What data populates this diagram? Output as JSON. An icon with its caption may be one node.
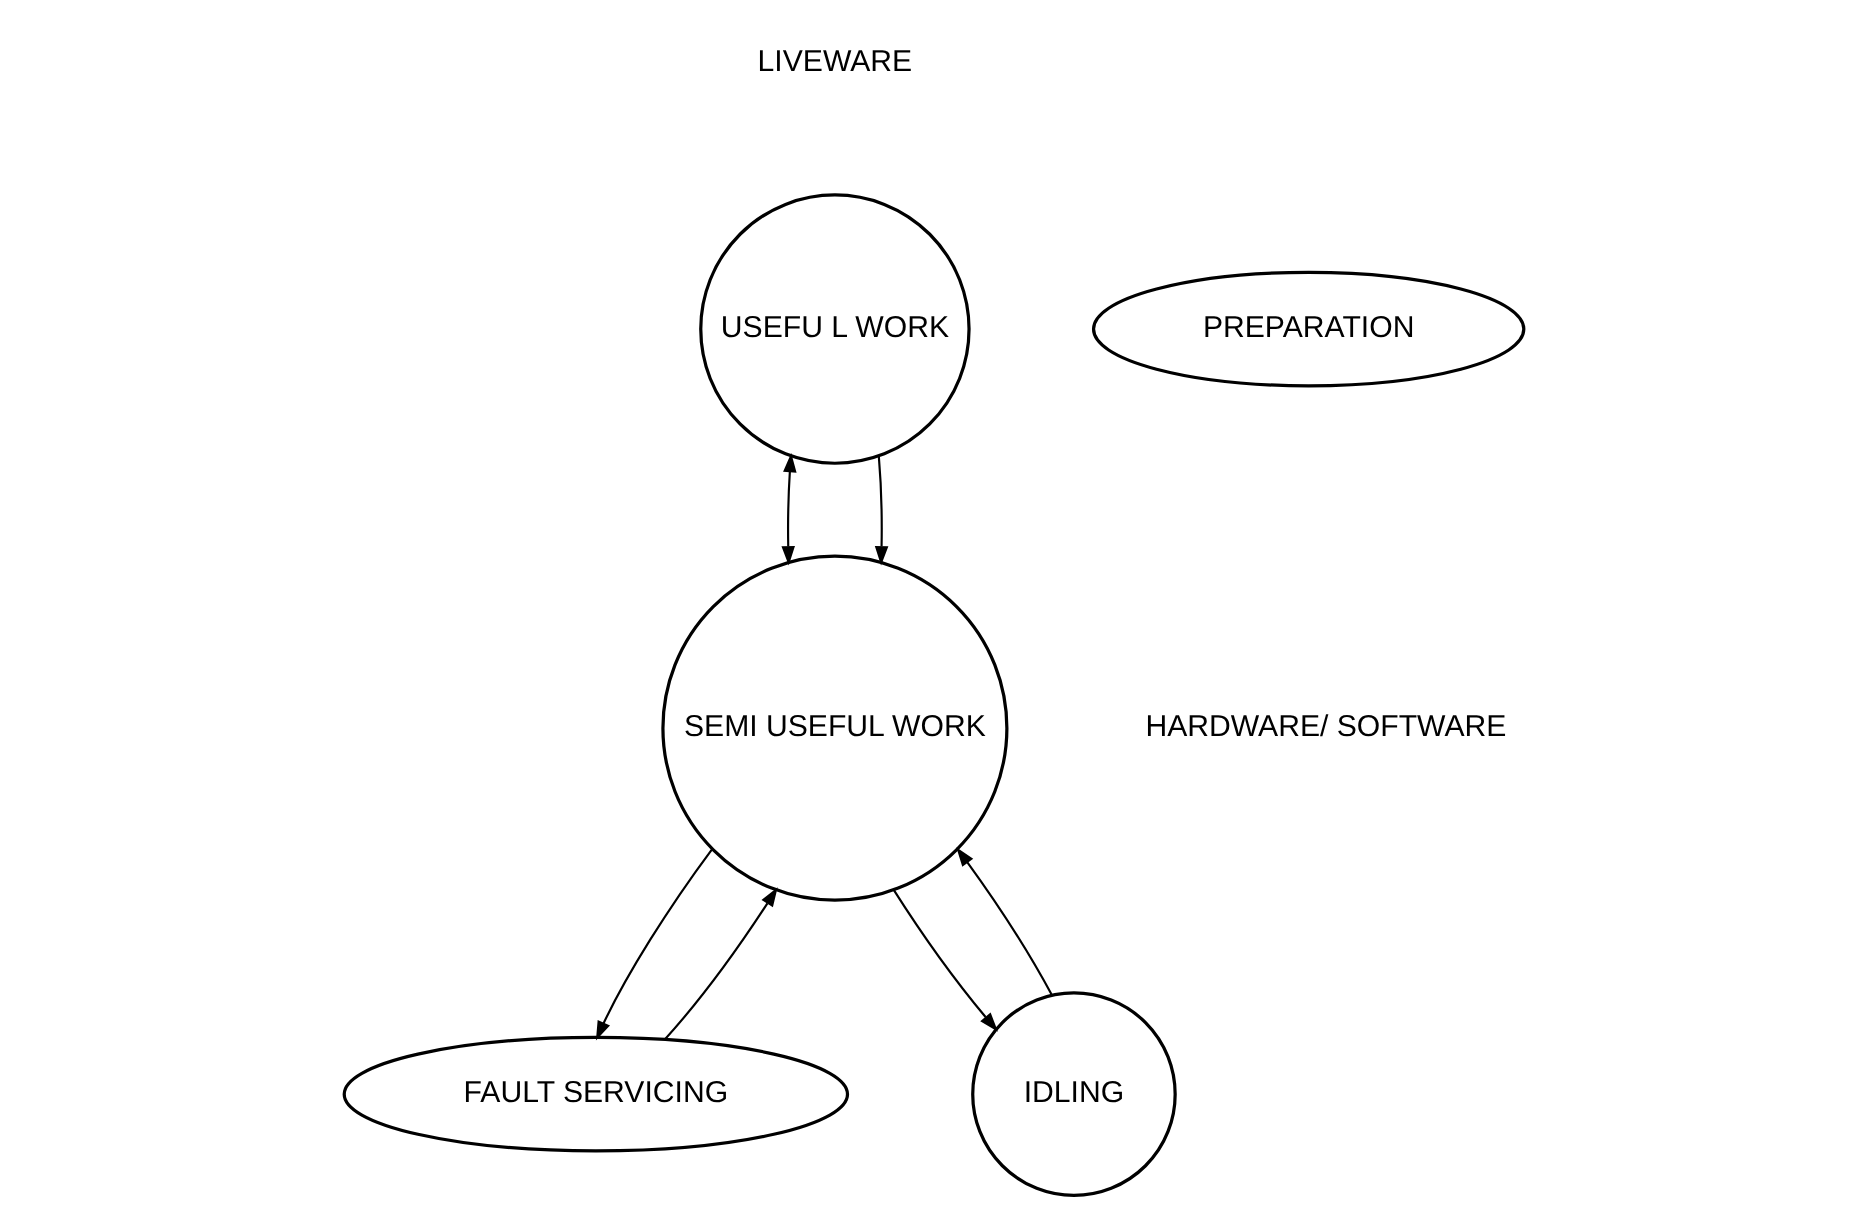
{
  "diagram": {
    "nodes": [
      {
        "text": [
          "PREPARATION"
        ]
      },
      {
        "text": [
          "USEFU L WORK"
        ]
      },
      {
        "text": [
          "SEMI USEFUL WORK"
        ]
      },
      {
        "text": [
          "FAULT SERVICING"
        ]
      },
      {
        "text": [
          "IDLING"
        ]
      }
    ],
    "edges": [
      {
        "from": 1,
        "to": 2,
        "arrow": "both"
      },
      {
        "from": 1,
        "to": 2,
        "arrow": "to"
      },
      {
        "from": 2,
        "to": 4,
        "arrow": "to"
      },
      {
        "from": 4,
        "to": 2,
        "arrow": "to"
      },
      {
        "from": 3,
        "to": 2,
        "arrow": "to"
      },
      {
        "from": 2,
        "to": 3,
        "arrow": "to"
      }
    ],
    "labels": [
      "LIVEWARE",
      "HARDWARE/ SOFTWARE"
    ]
  }
}
